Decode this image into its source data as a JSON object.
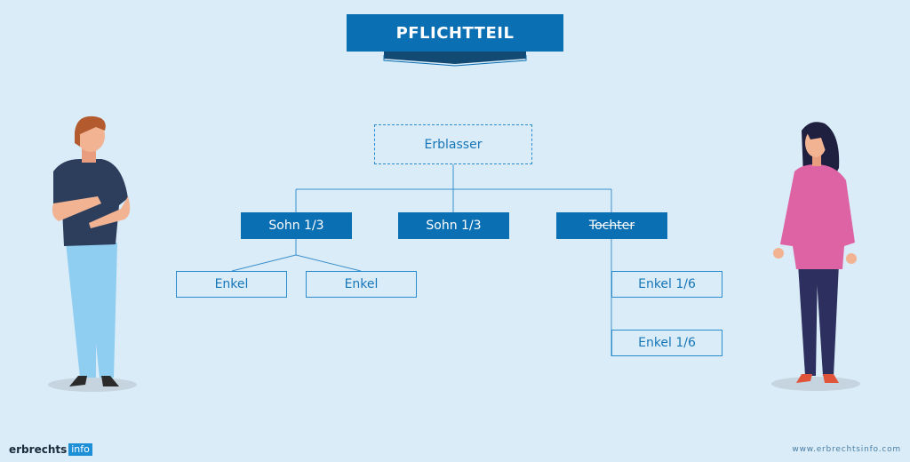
{
  "title": "PFLICHTTEIL",
  "tree": {
    "root": "Erblasser",
    "children": [
      {
        "label": "Sohn 1/3",
        "children": [
          "Enkel",
          "Enkel"
        ]
      },
      {
        "label": "Sohn 1/3",
        "children": []
      },
      {
        "label": "Tochter",
        "struck": true,
        "children": [
          "Enkel 1/6",
          "Enkel 1/6"
        ]
      }
    ]
  },
  "footer": {
    "logo_main": "erbrechts",
    "logo_tag": "info",
    "url": "www.erbrechtsinfo.com"
  },
  "colors": {
    "background": "#d9ecf8",
    "primary": "#0b6fb3",
    "line": "#2a8ccd"
  }
}
